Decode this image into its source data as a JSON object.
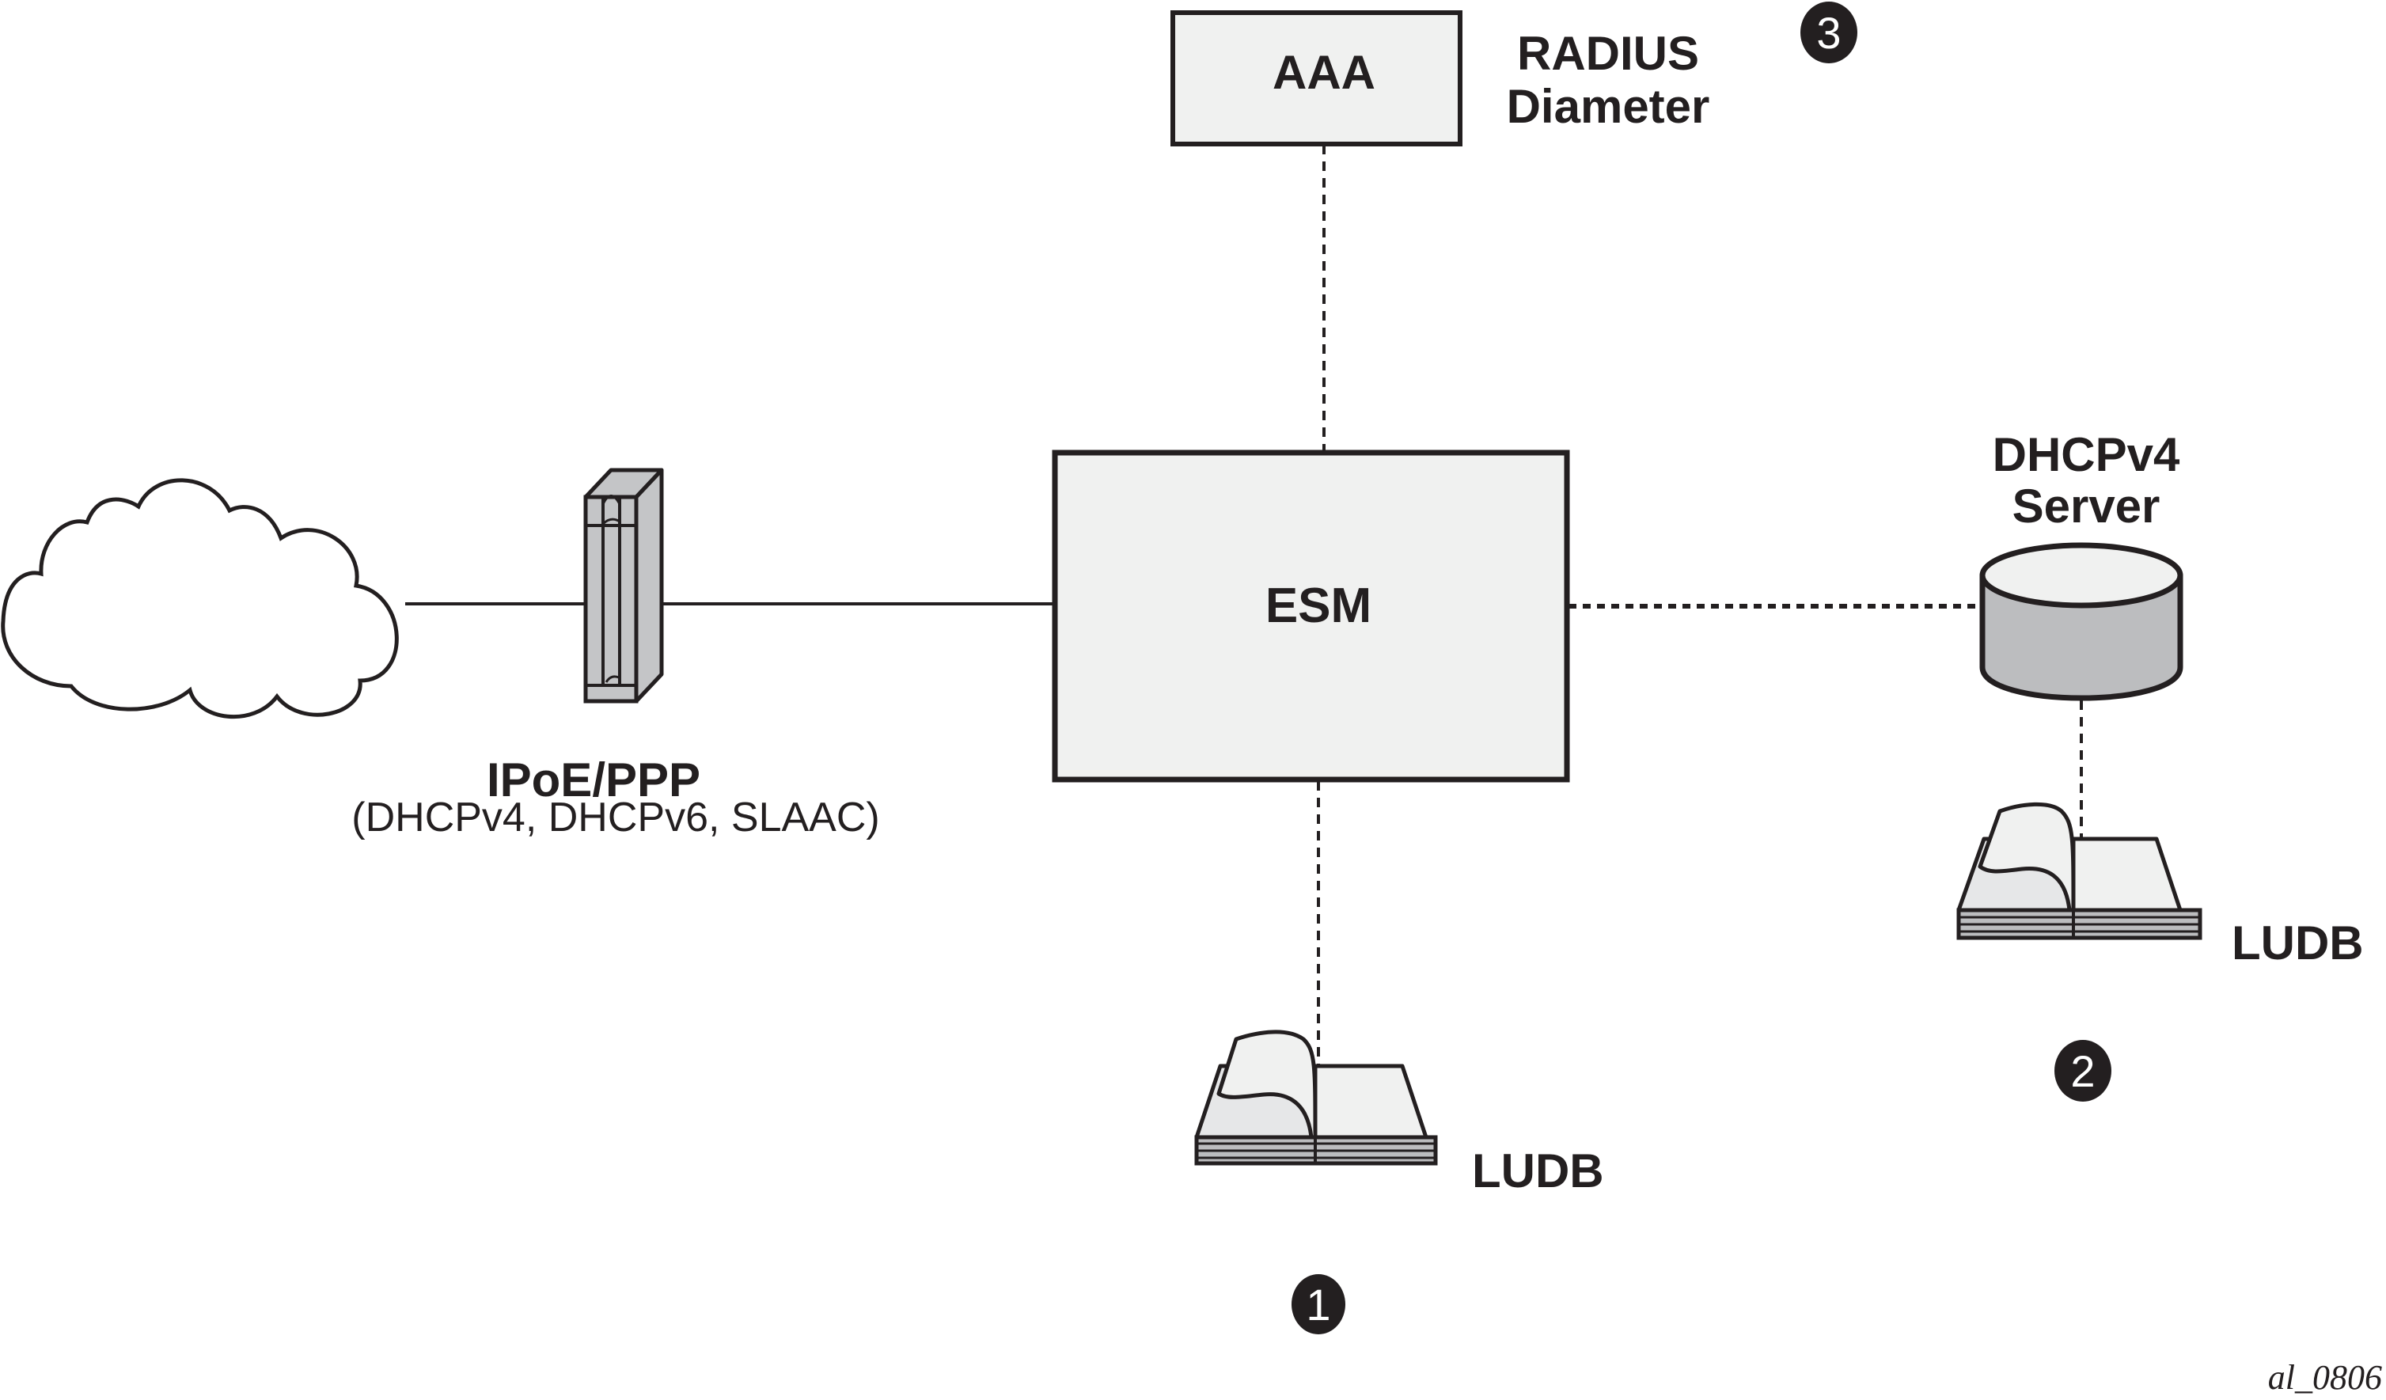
{
  "diagram": {
    "nodes": {
      "cloud": {
        "label": ""
      },
      "access_device": {
        "label": "IPoE/PPP",
        "sublabel": "(DHCPv4, DHCPv6, SLAAC)"
      },
      "esm": {
        "label": "ESM"
      },
      "aaa": {
        "label": "AAA",
        "protocols": [
          "RADIUS",
          "Diameter"
        ]
      },
      "dhcp_server": {
        "label_lines": [
          "DHCPv4",
          "Server"
        ]
      },
      "ludb_1": {
        "label": "LUDB"
      },
      "ludb_2": {
        "label": "LUDB"
      }
    },
    "callouts": [
      {
        "number": "1",
        "target": "ludb_1"
      },
      {
        "number": "2",
        "target": "ludb_2"
      },
      {
        "number": "3",
        "target": "aaa"
      }
    ],
    "links": [
      {
        "from": "cloud",
        "to": "access_device",
        "style": "solid"
      },
      {
        "from": "access_device",
        "to": "esm",
        "style": "solid"
      },
      {
        "from": "esm",
        "to": "aaa",
        "style": "dashed"
      },
      {
        "from": "esm",
        "to": "dhcp_server",
        "style": "dotted"
      },
      {
        "from": "esm",
        "to": "ludb_1",
        "style": "dashed"
      },
      {
        "from": "dhcp_server",
        "to": "ludb_2",
        "style": "dashed"
      }
    ],
    "figure_id": "al_0806"
  },
  "colors": {
    "stroke": "#231f20",
    "box_fill": "#f0f1f0",
    "device_fill": "#c4c5c7",
    "cylinder_body": "#bcbdbf",
    "page_fill": "#e6e7e8"
  }
}
